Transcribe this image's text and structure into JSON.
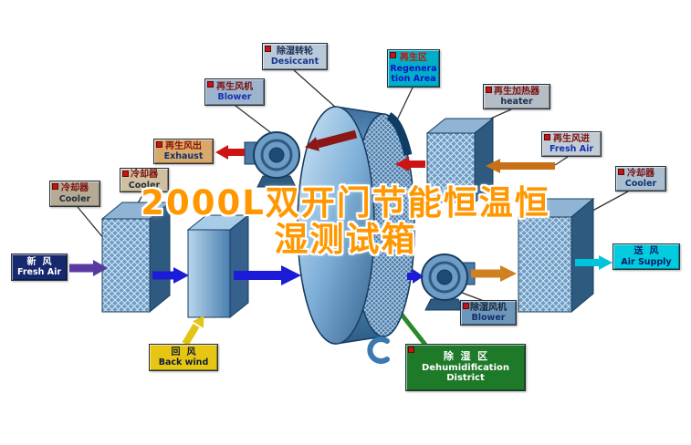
{
  "watermark": {
    "line1": "2000L双开门节能恒温恒",
    "line2": "湿测试箱"
  },
  "labels": {
    "regen_blower": {
      "zh": "再生风机",
      "en": "Blower"
    },
    "desiccant_wheel": {
      "zh": "除湿转轮",
      "en": "Desiccant"
    },
    "regen_area": {
      "zh": "再生区",
      "en": "Regeneration Area"
    },
    "regen_heater": {
      "zh": "再生加热器",
      "en": "heater"
    },
    "exhaust": {
      "zh": "再生风出",
      "en": "Exhaust"
    },
    "cooler_left_upper": {
      "zh": "冷却器",
      "en": "Cooler"
    },
    "cooler_left_lower": {
      "zh": "冷却器",
      "en": "Cooler"
    },
    "regen_fresh_air": {
      "zh": "再生风进",
      "en": "Fresh Air"
    },
    "cooler_right": {
      "zh": "冷却器",
      "en": "Cooler"
    },
    "fresh_air": {
      "zh": "新  风",
      "en": "Fresh Air"
    },
    "air_supply": {
      "zh": "送  风",
      "en": "Air Supply"
    },
    "back_wind": {
      "zh": "回  风",
      "en": "Back wind"
    },
    "dehumid_blower": {
      "zh": "除湿风机",
      "en": "Blower"
    },
    "dehumid_district": {
      "zh": "除  湿  区",
      "en_line1": "Dehumidification",
      "en_line2": "District"
    }
  },
  "colors": {
    "process_air_arrow": "#1c1cd8",
    "fresh_air_arrow": "#5a3aa0",
    "return_air_arrow": "#e2c414",
    "supply_air_arrow": "#00c4dc",
    "regen_air_arrow": "#cc1414",
    "regen_hot_arrow": "#8a1616",
    "heated_air_arrow": "#c87018",
    "dehumid_zone_line": "#2a8a2a",
    "wheel_blue": "#4a80b4",
    "watermark_orange": "#ff9800"
  }
}
